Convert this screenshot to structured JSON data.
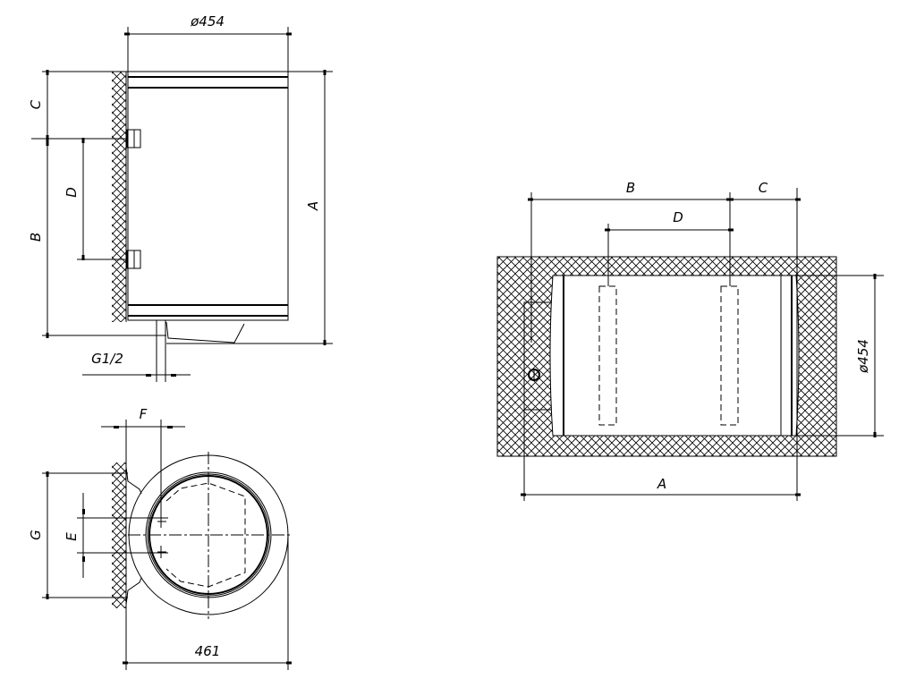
{
  "side_view": {
    "diameter_label": "ø454",
    "dim_a": "A",
    "dim_b": "B",
    "dim_c": "C",
    "dim_d": "D",
    "pipe_thread": "G1/2"
  },
  "top_view": {
    "dim_f": "F",
    "dim_g": "G",
    "dim_e": "E",
    "depth_label": "461"
  },
  "horizontal_view": {
    "dim_a": "A",
    "dim_b": "B",
    "dim_c": "C",
    "dim_d": "D",
    "diameter_label": "ø454"
  },
  "colors": {
    "line": "#000000",
    "background": "#ffffff"
  }
}
